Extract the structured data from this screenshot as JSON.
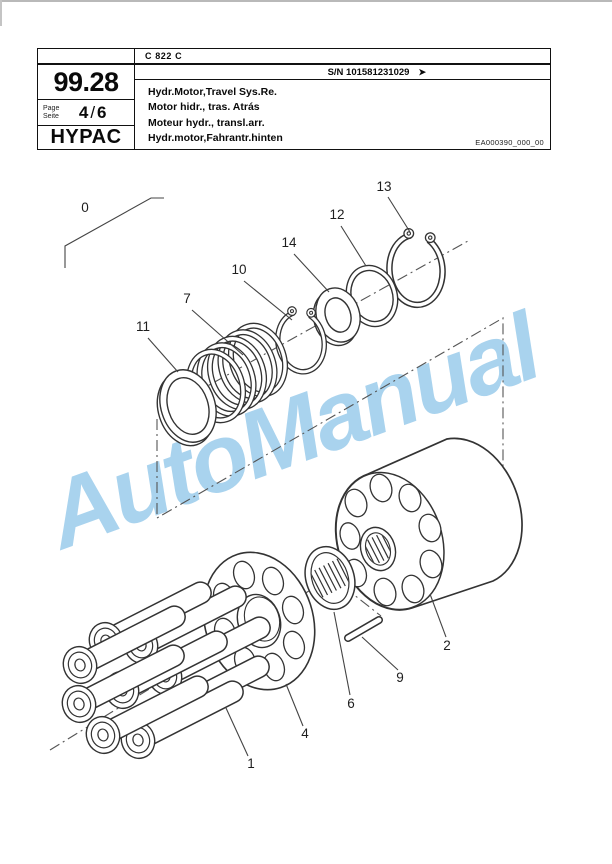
{
  "header": {
    "model": "C 822 C",
    "serial": "S/N 101581231029",
    "serial_arrow": "➤",
    "section_number": "99.28",
    "page_label_top": "Page",
    "page_label_bottom": "Seite",
    "page_current": "4",
    "page_separator": "/",
    "page_total": "6",
    "brand": "HYPAC",
    "titles": [
      "Hydr.Motor,Travel Sys.Re.",
      "Motor hidr., tras. Atrás",
      "Moteur hydr., transl.arr.",
      "Hydr.motor,Fahrantr.hinten"
    ],
    "drawing_ref": "EA000390_000_00"
  },
  "watermark": {
    "text": "AutoManual",
    "color": "#a9d3ee"
  },
  "diagram": {
    "line_color": "#333333",
    "callouts": [
      {
        "label": "0"
      },
      {
        "label": "1"
      },
      {
        "label": "2"
      },
      {
        "label": "4"
      },
      {
        "label": "6"
      },
      {
        "label": "7"
      },
      {
        "label": "9"
      },
      {
        "label": "10"
      },
      {
        "label": "11"
      },
      {
        "label": "12"
      },
      {
        "label": "13"
      },
      {
        "label": "14"
      }
    ]
  }
}
